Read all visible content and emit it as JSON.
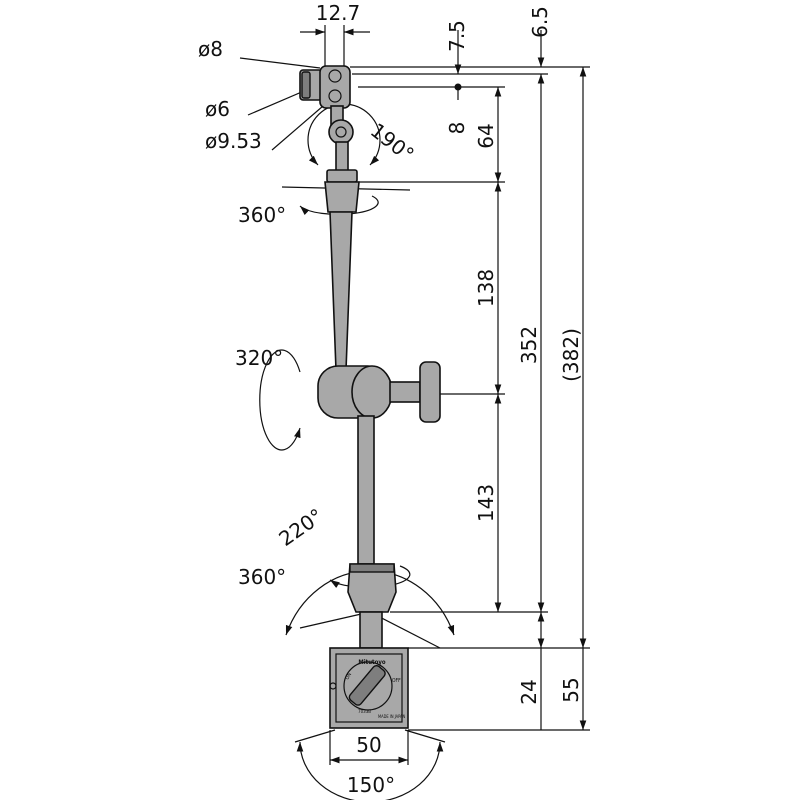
{
  "dimensions": {
    "clamp_offset": "12.7",
    "hole_dia_large": "ø8",
    "hole_dia_small": "ø6",
    "rod_dia": "ø9.53",
    "top_gap": "7.5",
    "top_offset": "6.5",
    "hole_spacing": "8",
    "upper_link": "64",
    "upper_arm": "138",
    "lower_arm": "143",
    "working_height": "352",
    "overall_height": "(382)",
    "base_height_to_pivot": "24",
    "base_height": "55",
    "base_width": "50"
  },
  "angles": {
    "clamp_swing": "190°",
    "upper_rotation": "360°",
    "center_rotation": "320°",
    "lower_swing": "220°",
    "lower_rotation": "360°",
    "base_swing": "150°"
  },
  "base_markings": {
    "brand": "Mitutoyo",
    "on_label": "ON",
    "off_label": "OFF",
    "code": "7033B",
    "origin": "MADE IN JAPAN"
  }
}
